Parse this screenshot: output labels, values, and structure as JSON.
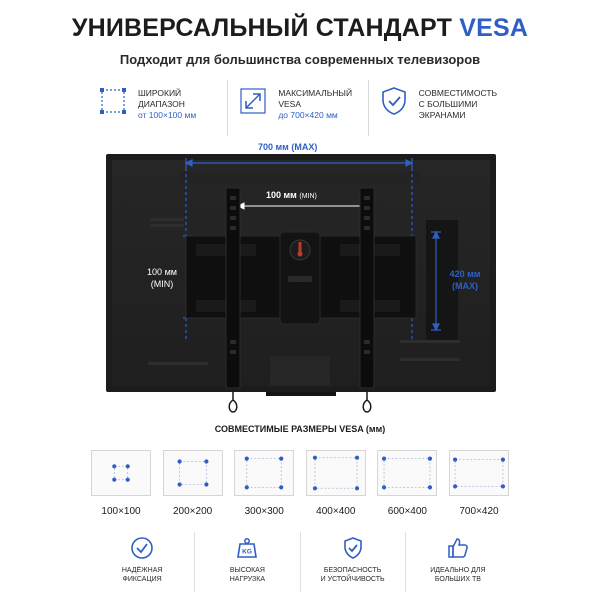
{
  "header": {
    "title_main": "УНИВЕРСАЛЬНЫЙ СТАНДАРТ ",
    "title_accent": "VESA",
    "subtitle": "Подходит для большинства современных телевизоров"
  },
  "features": [
    {
      "line1": "ШИРОКИЙ",
      "line2": "ДИАПАЗОН",
      "line3": "от 100×100 мм",
      "icon": "dotted-square-icon"
    },
    {
      "line1": "МАКСИМАЛЬНЫЙ",
      "line2": "VESA",
      "line3": "до 700×420 мм",
      "icon": "expand-arrows-icon"
    },
    {
      "line1": "СОВМЕСТИМОСТЬ",
      "line2": "С БОЛЬШИМИ",
      "line3": "ЭКРАНАМИ",
      "icon": "shield-check-icon"
    }
  ],
  "diagram": {
    "width_max": "700 мм (MAX)",
    "width_min": "100 мм",
    "width_min_note": "(MIN)",
    "height_min_line1": "100 мм",
    "height_min_line2": "(MIN)",
    "height_max_line1": "420 мм",
    "height_max_line2": "(MAX)",
    "accent_color": "#2f5fc4"
  },
  "compatible": {
    "title": "СОВМЕСТИМЫЕ РАЗМЕРЫ VESA (мм)",
    "sizes": [
      {
        "label": "100×100"
      },
      {
        "label": "200×200"
      },
      {
        "label": "300×300"
      },
      {
        "label": "400×400"
      },
      {
        "label": "600×400"
      },
      {
        "label": "700×420"
      }
    ]
  },
  "benefits": [
    {
      "line1": "НАДЁЖНАЯ",
      "line2": "ФИКСАЦИЯ",
      "icon": "check-circle-icon"
    },
    {
      "line1": "ВЫСОКАЯ",
      "line2": "НАГРУЗКА",
      "icon": "weight-kg-icon"
    },
    {
      "line1": "БЕЗОПАСНОСТЬ",
      "line2": "И УСТОЙЧИВОСТЬ",
      "icon": "shield-check-icon"
    },
    {
      "line1": "ИДЕАЛЬНО ДЛЯ",
      "line2": "БОЛЬШИХ ТВ",
      "icon": "thumbs-up-icon"
    }
  ]
}
